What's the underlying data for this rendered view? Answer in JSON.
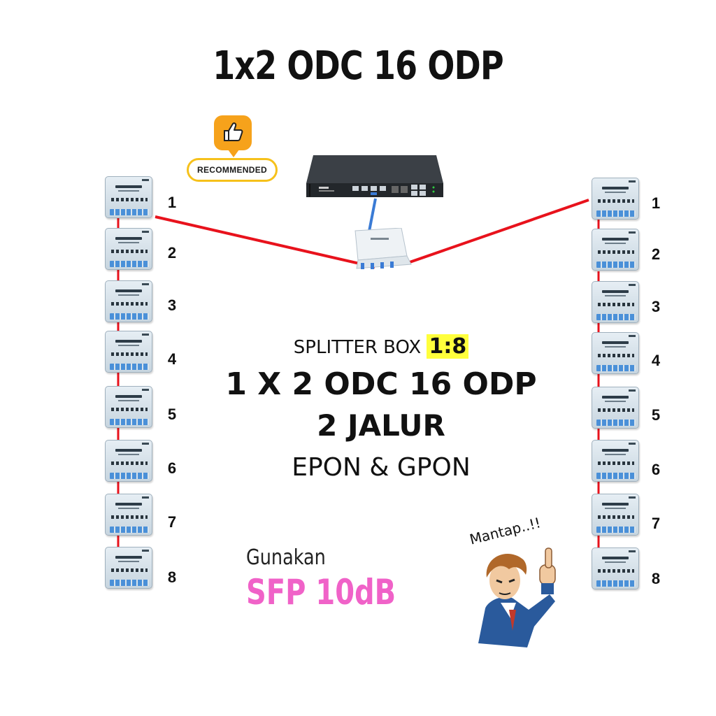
{
  "title": "1x2 ODC 16 ODP",
  "badge": {
    "text": "RECOMMENDED",
    "icon": "thumbs-up-icon"
  },
  "splitter_box": {
    "prefix": "SPLITTER BOX",
    "ratio": "1:8"
  },
  "headline": "1 X 2 ODC 16 ODP",
  "jalur": "2 JALUR",
  "modes": "EPON & GPON",
  "note": {
    "line1": "Gunakan",
    "line2": "SFP 10dB"
  },
  "exclaim": "Mantap..!!",
  "left_odp": [
    "1",
    "2",
    "3",
    "4",
    "5",
    "6",
    "7",
    "8"
  ],
  "right_odp": [
    "1",
    "2",
    "3",
    "4",
    "5",
    "6",
    "7",
    "8"
  ],
  "colors": {
    "fiber": "#e8121c",
    "drop": "#3a7bd5",
    "badge": "#f6c11b",
    "sfp": "#f062c8",
    "ratio_highlight": "#ffff3c"
  }
}
